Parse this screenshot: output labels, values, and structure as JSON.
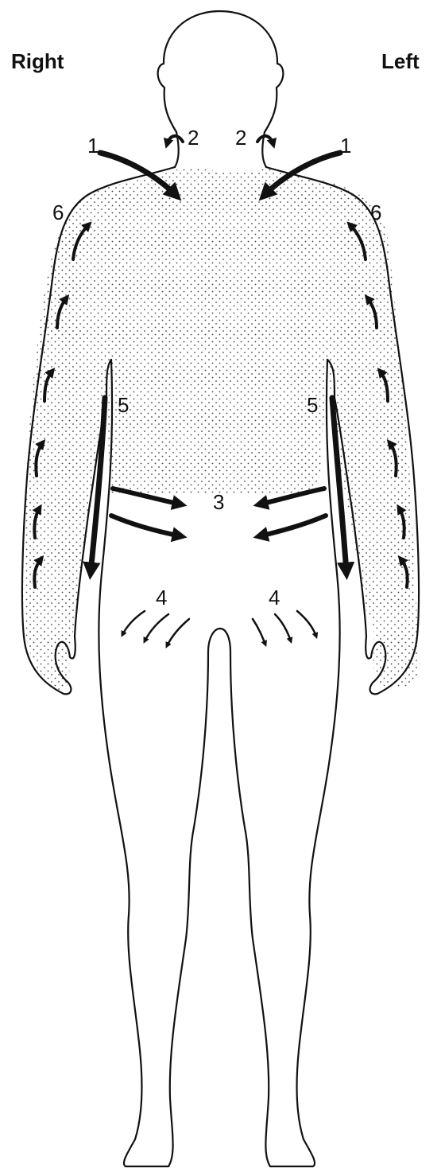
{
  "labels": {
    "right": "Right",
    "left": "Left"
  },
  "markers": {
    "m1_right": "1",
    "m1_left": "1",
    "m2_right": "2",
    "m2_left": "2",
    "m3": "3",
    "m4_right": "4",
    "m4_left": "4",
    "m5_right": "5",
    "m5_left": "5",
    "m6_right": "6",
    "m6_left": "6"
  },
  "colors": {
    "ink": "#111111",
    "background": "#ffffff"
  }
}
